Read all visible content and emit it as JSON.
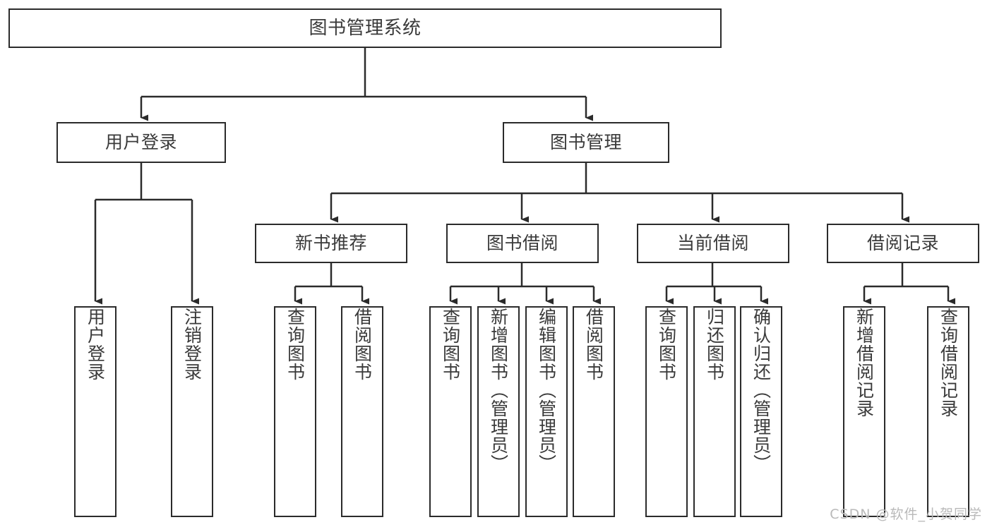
{
  "diagram": {
    "type": "tree-hierarchy-chart",
    "title": "图书管理系统",
    "stroke_color": "#2b2b2b",
    "text_color": "#3a3a3a",
    "background_color": "#ffffff",
    "watermark": "CSDN @软件_小贺同学",
    "nodes": {
      "root": {
        "label": "图书管理系统"
      },
      "level2": [
        {
          "id": "user-login",
          "label": "用户登录"
        },
        {
          "id": "book-manage",
          "label": "图书管理"
        }
      ],
      "level3": [
        {
          "id": "new-book-recommend",
          "label": "新书推荐"
        },
        {
          "id": "book-borrow",
          "label": "图书借阅"
        },
        {
          "id": "current-borrow",
          "label": "当前借阅"
        },
        {
          "id": "borrow-record",
          "label": "借阅记录"
        }
      ],
      "leaves": {
        "user_login": [
          {
            "id": "leaf-user-login",
            "label": "用户登录"
          },
          {
            "id": "leaf-logout-login",
            "label": "注销登录"
          }
        ],
        "new_book_recommend": [
          {
            "id": "leaf-query-book-1",
            "label": "查询图书"
          },
          {
            "id": "leaf-borrow-book-1",
            "label": "借阅图书"
          }
        ],
        "book_borrow": [
          {
            "id": "leaf-query-book-2",
            "label": "查询图书"
          },
          {
            "id": "leaf-add-book",
            "label": "新增图书（管理员）"
          },
          {
            "id": "leaf-edit-book",
            "label": "编辑图书（管理员）"
          },
          {
            "id": "leaf-borrow-book-2",
            "label": "借阅图书"
          }
        ],
        "current_borrow": [
          {
            "id": "leaf-query-book-3",
            "label": "查询图书"
          },
          {
            "id": "leaf-return-book",
            "label": "归还图书"
          },
          {
            "id": "leaf-confirm-return",
            "label": "确认归还（管理员）"
          }
        ],
        "borrow_record": [
          {
            "id": "leaf-add-record",
            "label": "新增借阅记录"
          },
          {
            "id": "leaf-query-record",
            "label": "查询借阅记录"
          }
        ]
      }
    }
  }
}
